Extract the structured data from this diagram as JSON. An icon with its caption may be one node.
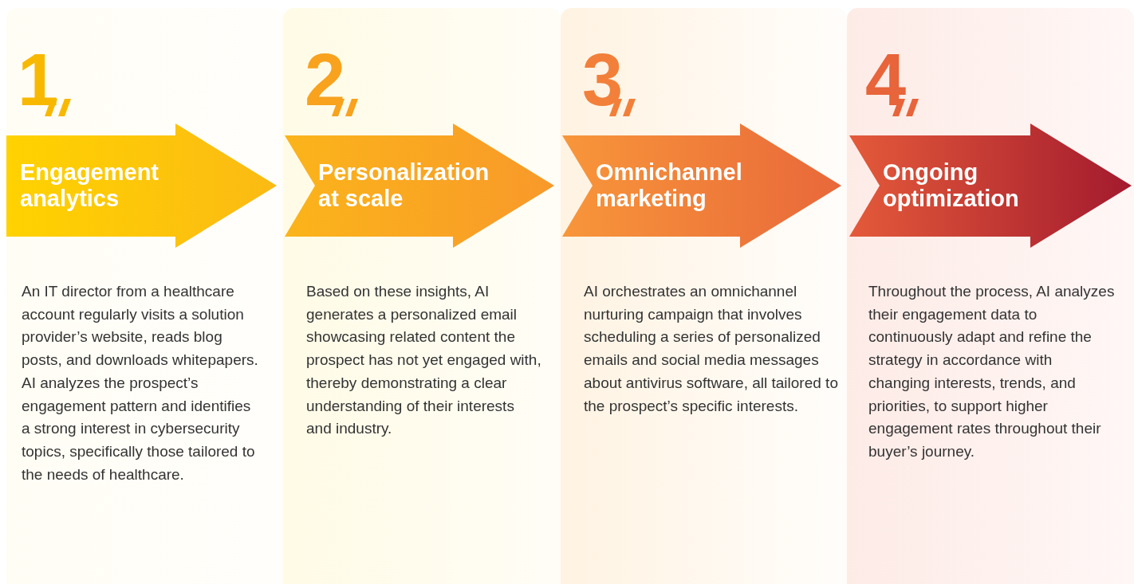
{
  "diagram": {
    "nodes": [
      {
        "text": [
          "Engagement analytics"
        ],
        "beside": [
          "1",
          "An IT director from a healthcare account regularly visits a solution provider’s website, reads blog posts, and downloads whitepapers. AI analyzes the prospect’s engagement pattern and identifies a strong interest in cybersecurity topics, specifically those tailored to the needs of healthcare."
        ]
      },
      {
        "text": [
          "Personalization at scale"
        ],
        "beside": [
          "2",
          "Based on these insights, AI generates a personalized email showcasing related content the prospect has not yet engaged with, thereby demonstrating a clear understanding of their interests and industry."
        ]
      },
      {
        "text": [
          "Omnichannel marketing"
        ],
        "beside": [
          "3",
          "AI orchestrates an omnichannel nurturing campaign that involves scheduling a series of personalized emails and social media messages about antivirus software, all tailored to the prospect’s specific interests."
        ]
      },
      {
        "text": [
          "Ongoing optimization"
        ],
        "beside": [
          "4",
          "Throughout the process, AI analyzes their engagement data to continuously adapt and refine the strategy in accordance with changing interests, trends, and priorities, to support higher engagement rates throughout their buyer’s journey."
        ]
      }
    ]
  }
}
